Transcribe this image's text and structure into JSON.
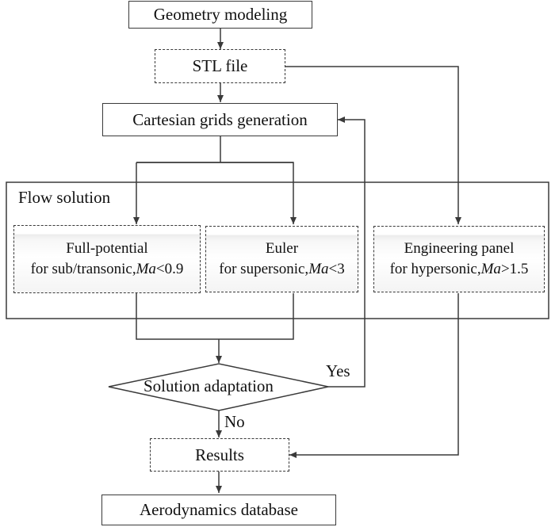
{
  "nodes": {
    "geometry": "Geometry modeling",
    "stl": "STL file",
    "cartesian": "Cartesian grids generation",
    "flow_container": "Flow solution",
    "full_potential": {
      "line1": "Full-potential",
      "line2_prefix": "for sub/transonic,",
      "var": "Ma",
      "line2_suffix": "<0.9"
    },
    "euler": {
      "line1": "Euler",
      "line2_prefix": "for supersonic,",
      "var": "Ma",
      "line2_suffix": "<3"
    },
    "engineering": {
      "line1": "Engineering panel",
      "line2_prefix": "for hypersonic,",
      "var": "Ma",
      "line2_suffix": ">1.5"
    },
    "decision": "Solution adaptation",
    "results": "Results",
    "database": "Aerodynamics database"
  },
  "edge_labels": {
    "yes": "Yes",
    "no": "No"
  },
  "colors": {
    "line": "#3a3a3a"
  }
}
